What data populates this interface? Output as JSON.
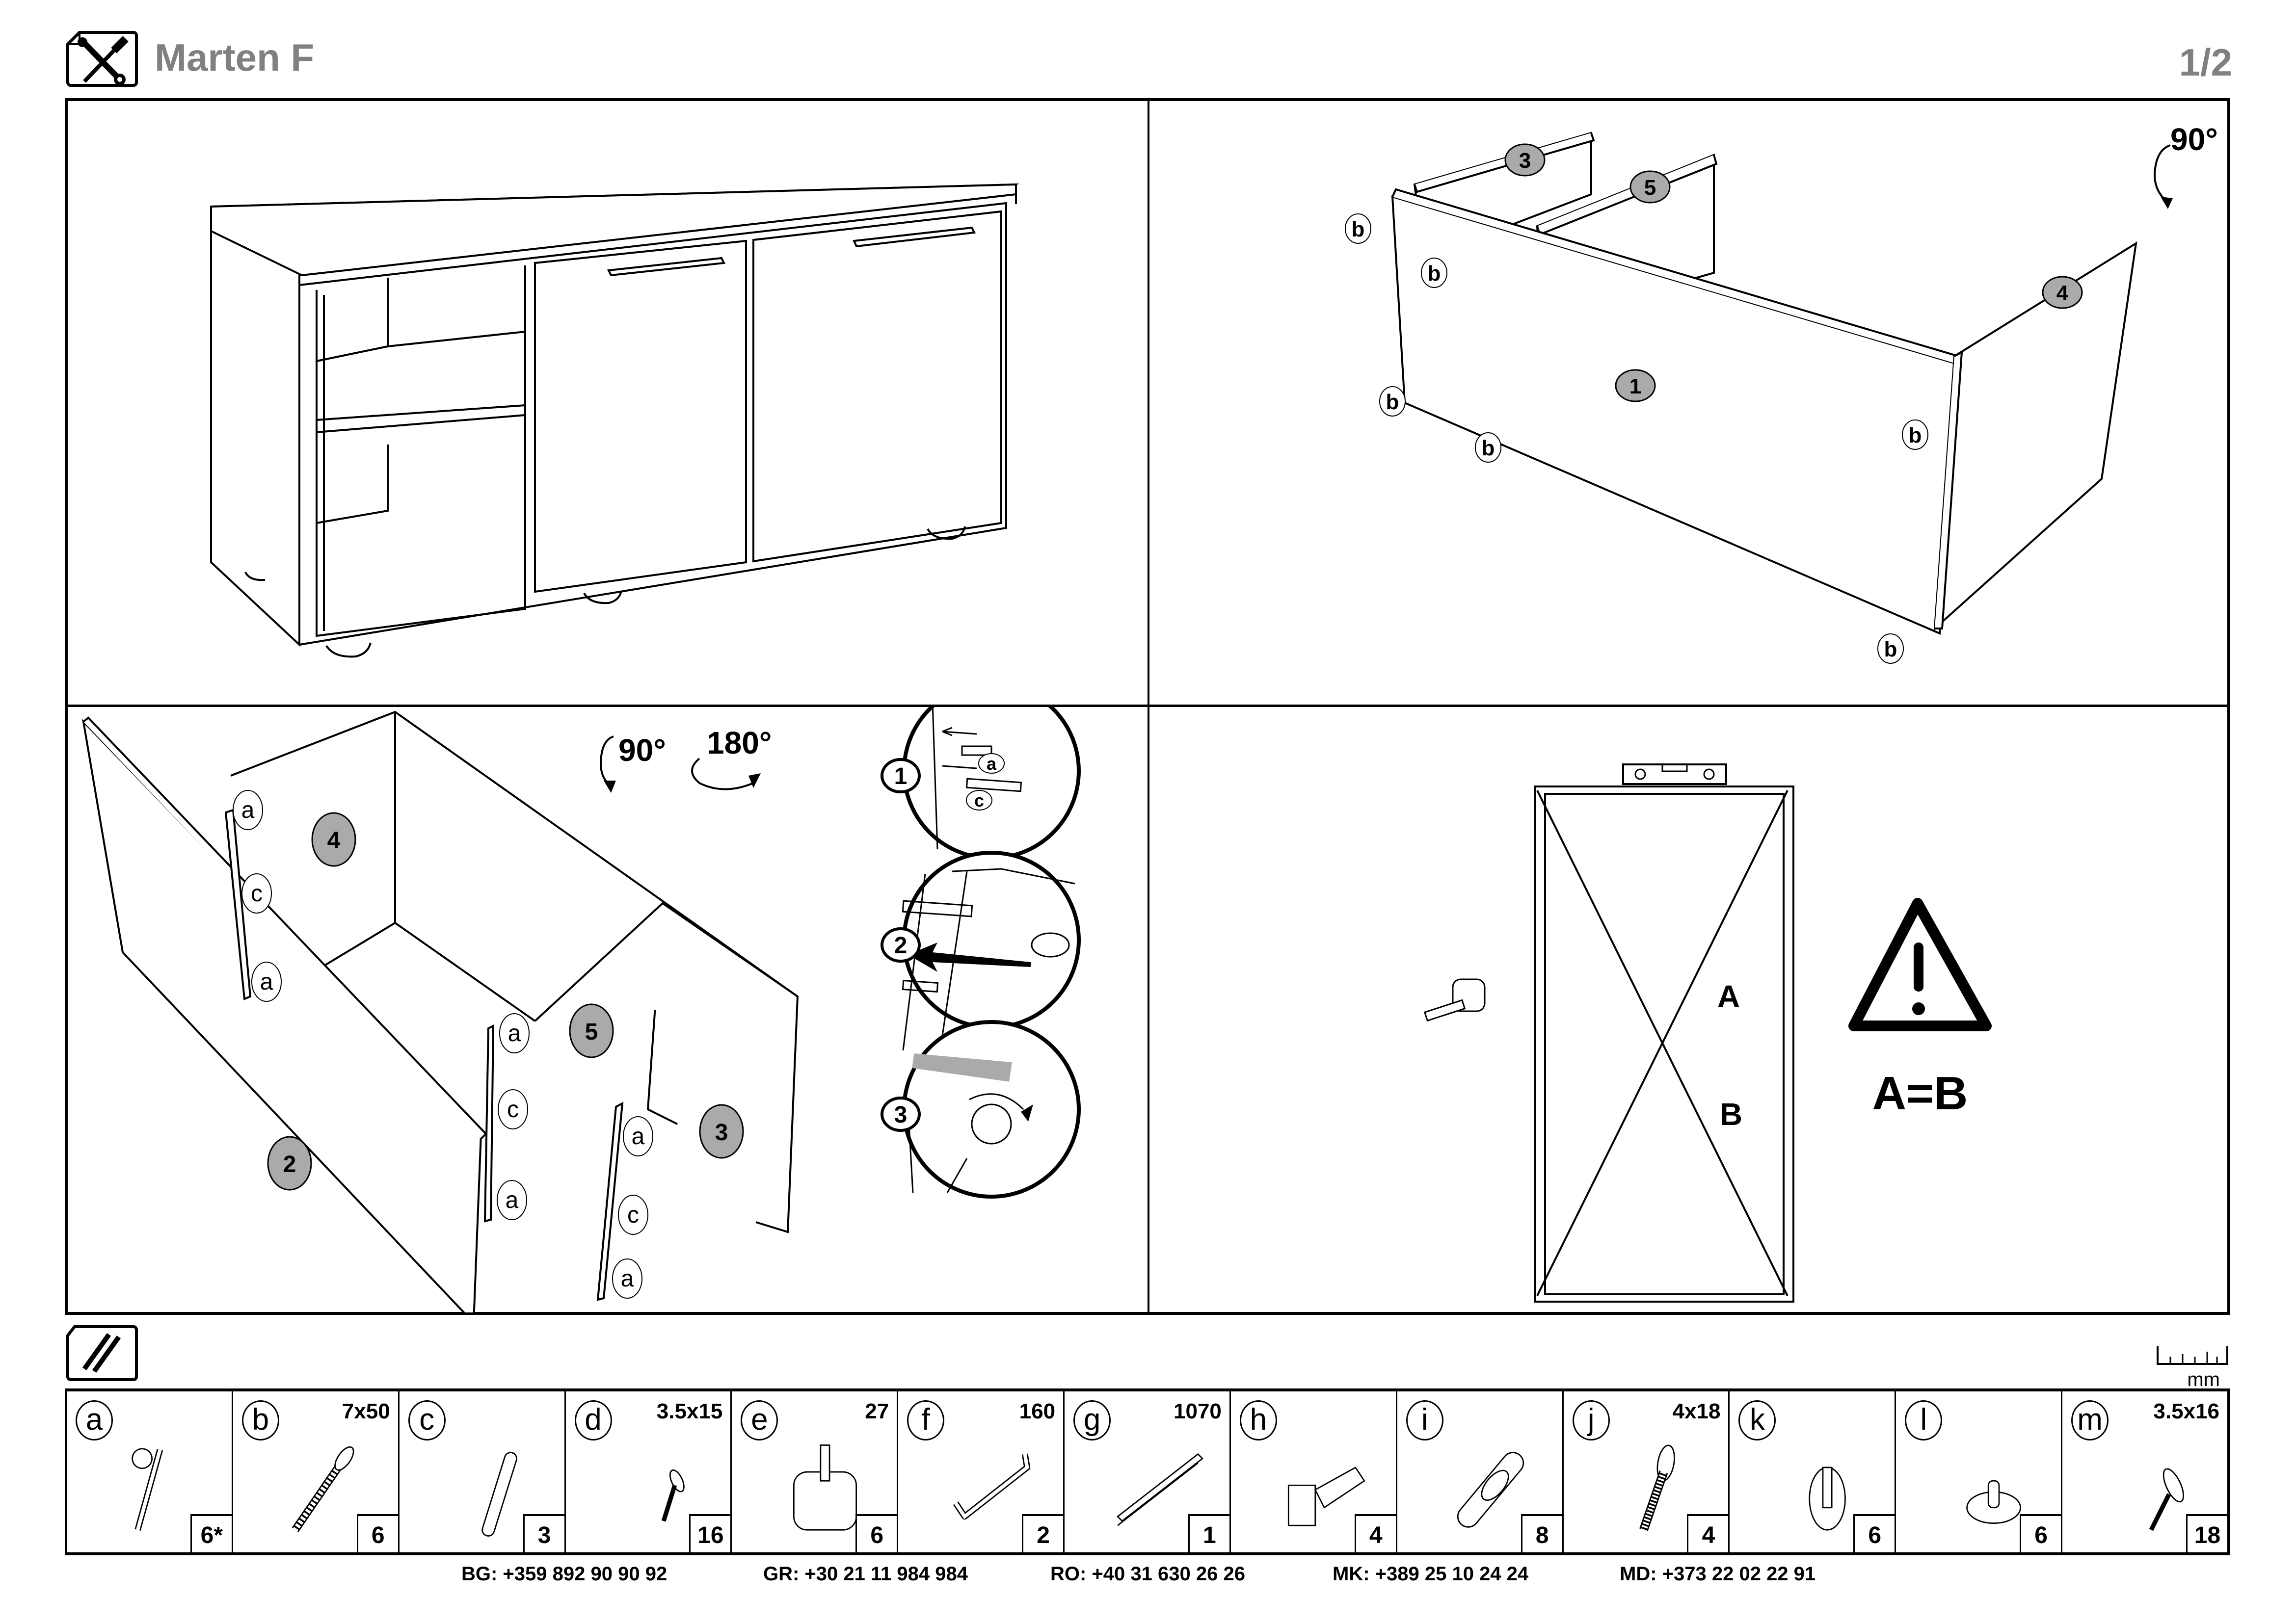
{
  "header": {
    "title": "Marten F",
    "page": "1/2",
    "icon": "tools-icon"
  },
  "steps": [
    {
      "id": "overview",
      "description": "Assembled cabinet overview"
    },
    {
      "id": "step-1",
      "rotation": "90°",
      "panel_labels": [
        "1",
        "3",
        "4",
        "5"
      ],
      "fastener_labels": [
        "b",
        "b",
        "b",
        "b",
        "b",
        "b"
      ]
    },
    {
      "id": "step-2",
      "rotations": [
        "90°",
        "180°"
      ],
      "panel_labels": [
        "2",
        "3",
        "4",
        "5"
      ],
      "fastener_labels": [
        "a",
        "c",
        "a",
        "a",
        "c",
        "a",
        "a",
        "c",
        "a"
      ],
      "details": [
        {
          "number": "1",
          "parts": [
            "a",
            "c"
          ]
        },
        {
          "number": "2"
        },
        {
          "number": "3"
        }
      ]
    },
    {
      "id": "step-3",
      "diagonal_labels": [
        "A",
        "B"
      ],
      "equation": "A=B",
      "icons": [
        "spirit-level-icon",
        "tape-measure-icon",
        "warning-icon"
      ]
    }
  ],
  "hardware": {
    "icon": "screws-icon",
    "unit": "mm",
    "items": [
      {
        "letter": "a",
        "size": "",
        "qty": "6*",
        "icon": "cam-lock-icon"
      },
      {
        "letter": "b",
        "size": "7x50",
        "qty": "6",
        "icon": "confirmat-screw-icon"
      },
      {
        "letter": "c",
        "size": "",
        "qty": "3",
        "icon": "dowel-icon"
      },
      {
        "letter": "d",
        "size": "3.5x15",
        "qty": "16",
        "icon": "wood-screw-icon"
      },
      {
        "letter": "e",
        "size": "27",
        "qty": "6",
        "icon": "foot-icon"
      },
      {
        "letter": "f",
        "size": "160",
        "qty": "2",
        "icon": "handle-icon"
      },
      {
        "letter": "g",
        "size": "1070",
        "qty": "1",
        "icon": "profile-icon"
      },
      {
        "letter": "h",
        "size": "",
        "qty": "4",
        "icon": "hinge-icon"
      },
      {
        "letter": "i",
        "size": "",
        "qty": "8",
        "icon": "shelf-pin-icon"
      },
      {
        "letter": "j",
        "size": "4x18",
        "qty": "4",
        "icon": "machine-screw-icon"
      },
      {
        "letter": "k",
        "size": "",
        "qty": "6",
        "icon": "cap-icon"
      },
      {
        "letter": "l",
        "size": "",
        "qty": "6",
        "icon": "glide-icon"
      },
      {
        "letter": "m",
        "size": "3.5x16",
        "qty": "18",
        "icon": "pan-screw-icon"
      }
    ]
  },
  "footer": {
    "contacts": [
      {
        "country": "BG",
        "phone": "BG: +359 892 90 90 92"
      },
      {
        "country": "GR",
        "phone": "GR: +30 21 11 984 984"
      },
      {
        "country": "RO",
        "phone": "RO: +40 31 630 26 26"
      },
      {
        "country": "MK",
        "phone": "MK: +389 25 10 24 24"
      },
      {
        "country": "MD",
        "phone": "MD: +373 22 02 22 91"
      }
    ]
  }
}
